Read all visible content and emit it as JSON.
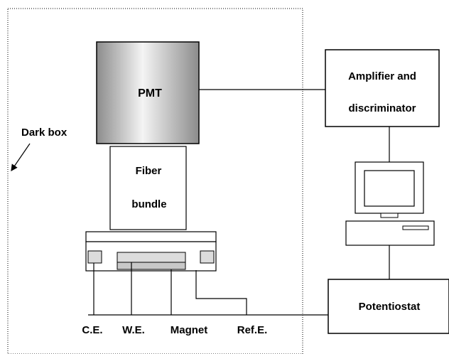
{
  "labels": {
    "pmt": "PMT",
    "fiber_line1": "Fiber",
    "fiber_line2": "bundle",
    "dark_box": "Dark box",
    "amplifier_line1": "Amplifier and",
    "amplifier_line2": "discriminator",
    "potentiostat": "Potentiostat",
    "ce": "C.E.",
    "we": "W.E.",
    "magnet": "Magnet",
    "refe": "Ref.E."
  }
}
